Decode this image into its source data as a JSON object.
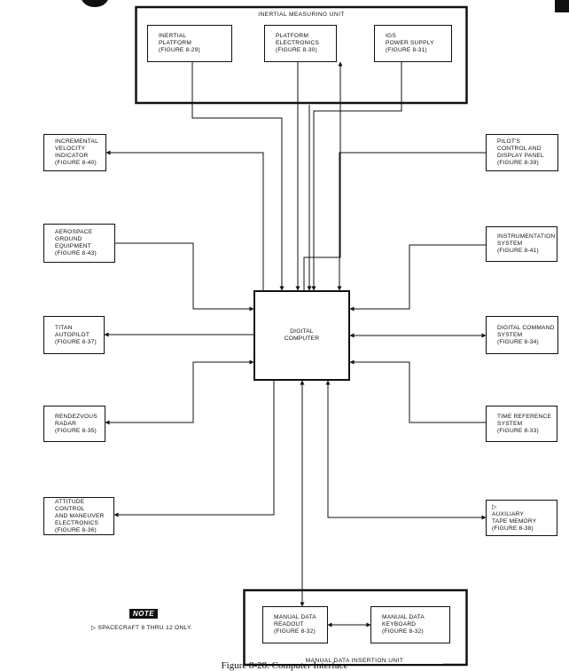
{
  "imu": {
    "title": "INERTIAL MEASURING UNIT"
  },
  "mdiu": {
    "title": "MANUAL DATA INSERTION UNIT"
  },
  "blocks": {
    "inertial_platform": [
      "INERTIAL",
      "PLATFORM",
      "(FIGURE 8-29)"
    ],
    "platform_electronics": [
      "PLATFORM",
      "ELECTRONICS",
      "(FIGURE 8-30)"
    ],
    "igs_power_supply": [
      "IGS",
      "POWER SUPPLY",
      "(FIGURE 8-31)"
    ],
    "incremental_velocity": [
      "INCREMENTAL",
      "VELOCITY",
      "INDICATOR",
      "(FIGURE 8-40)"
    ],
    "aerospace_ground": [
      "AEROSPACE",
      "GROUND EQUIPMENT",
      "(FIGURE 8-43)"
    ],
    "titan_autopilot": [
      "TITAN",
      "AUTOPILOT",
      "(FIGURE 8-37)"
    ],
    "rendezvous_radar": [
      "RENDEZVOUS",
      "RADAR",
      "(FIGURE 8-35)"
    ],
    "attitude_control": [
      "ATTITUDE CONTROL",
      "AND MANEUVER",
      "ELECTRONICS",
      "(FIGURE 8-36)"
    ],
    "pilots_panel": [
      "PILOT'S",
      "CONTROL AND",
      "DISPLAY PANEL",
      "(FIGURE 8-39)"
    ],
    "instrumentation": [
      "INSTRUMENTATION",
      "SYSTEM",
      "(FIGURE 8-41)"
    ],
    "digital_command": [
      "DIGITAL COMMAND",
      "SYSTEM",
      "(FIGURE 8-34)"
    ],
    "time_reference": [
      "TIME REFERENCE",
      "SYSTEM",
      "(FIGURE 8-33)"
    ],
    "auxiliary_tape": [
      "AUXILIARY",
      "TAPE MEMORY",
      "(FIGURE 8-38)"
    ],
    "digital_computer": [
      "DIGITAL",
      "COMPUTER"
    ],
    "manual_readout": [
      "MANUAL DATA",
      "READOUT",
      "(FIGURE 8-32)"
    ],
    "manual_keyboard": [
      "MANUAL DATA",
      "KEYBOARD",
      "(FIGURE 8-32)"
    ]
  },
  "note": {
    "label": "NOTE",
    "text": "SPACECRAFT 8 THRU 12 ONLY."
  },
  "caption": "Figure 8-28. Computer Interface",
  "colors": {
    "line": "#111111",
    "background": "#ffffff"
  }
}
